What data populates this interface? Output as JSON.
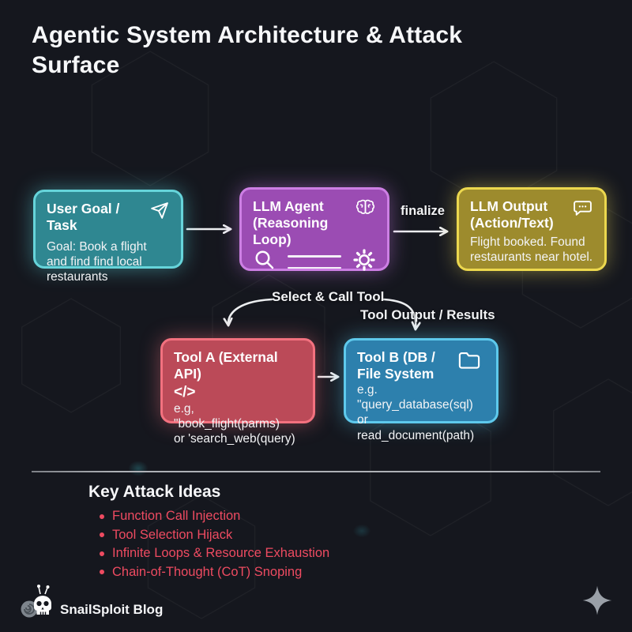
{
  "title": "Agentic System Architecture & Attack Surface",
  "boxes": {
    "user_goal": {
      "title": "User Goal / Task",
      "body": "Goal: Book a flight and find find local restaurants"
    },
    "llm_agent": {
      "title": "LLM Agent (Reasoning Loop)"
    },
    "llm_output": {
      "title": "LLM Output (Action/Text)",
      "body": "Flight booked. Found restaurants near hotel."
    },
    "tool_a": {
      "title": "Tool A (External API)",
      "code_glyph": "</>",
      "body_line1": "e.g, \"book_flight(parms)",
      "body_line2": "or 'search_web(query)"
    },
    "tool_b": {
      "title": "Tool B (DB / File System",
      "body_line1": "e.g. \"query_database(sql)",
      "body_line2": "or read_document(path)"
    }
  },
  "flow_labels": {
    "finalize": "finalize",
    "select_call_tool": "Select & Call Tool",
    "tool_output_results": "Tool Output / Results"
  },
  "attack": {
    "heading": "Key Attack Ideas",
    "items": [
      "Function Call Injection",
      "Tool Selection Hijack",
      "Infinite Loops & Resource Exhaustion",
      "Chain-of-Thought (CoT) Snoping"
    ]
  },
  "footer": {
    "brand": "SnailSploit Blog"
  },
  "icons": [
    "paper-plane-icon",
    "brain-icon",
    "magnifier-icon",
    "gear-icon",
    "speech-bubble-icon",
    "code-icon",
    "folder-icon",
    "snail-skull-logo",
    "sparkle-icon"
  ],
  "colors": {
    "background": "#15171e",
    "user_goal_fill": "#2f8791",
    "user_goal_border": "#66d4da",
    "llm_agent_fill": "#9b4cb3",
    "llm_agent_border": "#cd7fe4",
    "llm_output_fill": "#9d8b2d",
    "llm_output_border": "#ecd84e",
    "tool_a_fill": "#bb4a58",
    "tool_a_border": "#f3717f",
    "tool_b_fill": "#2d80ad",
    "tool_b_border": "#5ec9ec",
    "attack_text": "#ee4b61",
    "arrow": "#eceef0",
    "divider": "#aeb1b6"
  }
}
